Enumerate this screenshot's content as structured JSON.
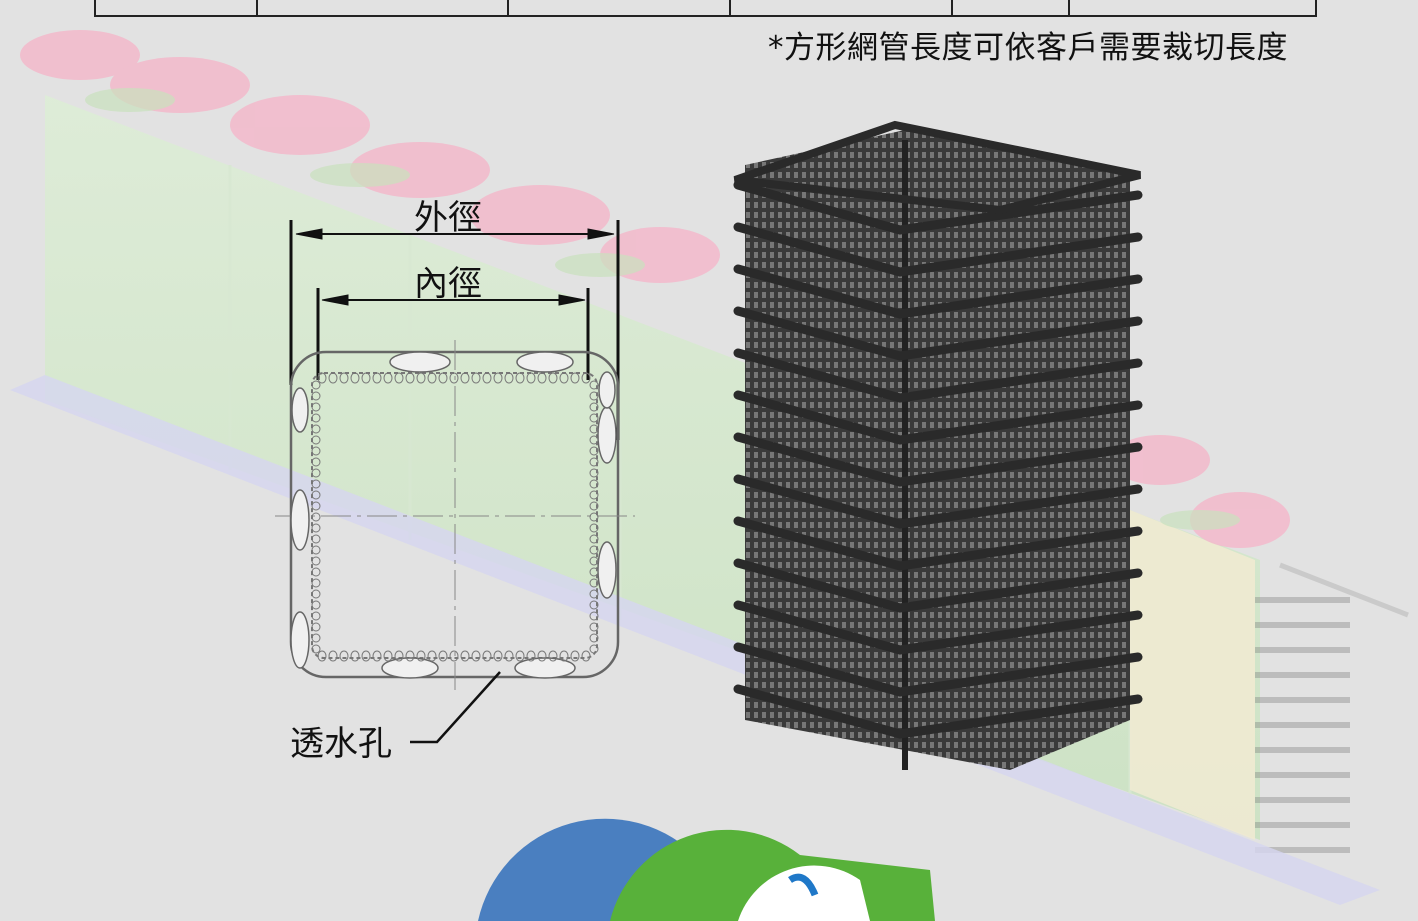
{
  "note": {
    "text": "*方形網管長度可依客戶需要裁切長度"
  },
  "diagram": {
    "outer_label": "外徑",
    "inner_label": "內徑",
    "hole_label": "透水孔"
  },
  "colors": {
    "background": "#e2e2e2",
    "mesh": "#2e2e2e",
    "wall_green": "#cfe6c5",
    "flower_pink": "#f3b9cb",
    "logo_blue": "#4a7fc0",
    "logo_green": "#58b13a"
  }
}
